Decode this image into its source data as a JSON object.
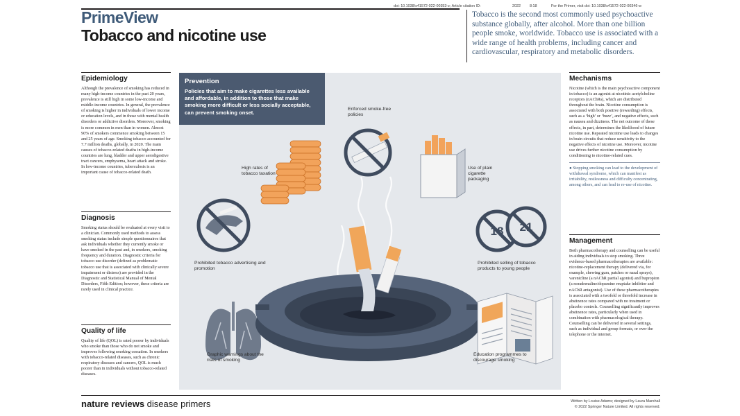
{
  "header": {
    "doi": "doi: 10.1038/s41572-022-00353-z; Article citation ID:",
    "year": "2022",
    "article_no": "8:18",
    "primer_note": "For the Primer, visit doi: 10.1038/s41572-022-00346-w"
  },
  "title": {
    "series": "PrimeView",
    "main": "Tobacco and nicotine use",
    "intro": "Tobacco is the second most commonly used psychoactive substance globally, after alcohol. More than one billion people smoke, worldwide. Tobacco use is associated with a wide range of health problems, including cancer and cardiovascular, respiratory and metabolic disorders."
  },
  "sections": {
    "epidemiology": {
      "heading": "Epidemiology",
      "body": "Although the prevalence of smoking has reduced in many high-income countries in the past 20 years, prevalence is still high in some low-income and middle-income countries. In general, the prevalence of smoking is higher in individuals of lower income or education levels, and in those with mental health disorders or addictive disorders. Moreover, smoking is more common in men than in women. Almost 90% of smokers commence smoking between 15 and 25 years of age. Smoking tobacco accounted for 7.7 million deaths, globally, in 2020. The main causes of tobacco-related deaths in high-income countries are lung, bladder and upper aerodigestive tract cancers, emphysema, heart attack and stroke. In low-income countries, tuberculosis is an important cause of tobacco-related death."
    },
    "diagnosis": {
      "heading": "Diagnosis",
      "body": "Smoking status should be evaluated at every visit to a clinician. Commonly used methods to assess smoking status include simple questionnaires that ask individuals whether they currently smoke or have smoked in the past and, in smokers, smoking frequency and duration. Diagnostic criteria for tobacco use disorder (defined as problematic tobacco use that is associated with clinically severe impairment or distress) are provided in the Diagnostic and Statistical Manual of Mental Disorders, Fifth Edition; however, these criteria are rarely used in clinical practice."
    },
    "quality_of_life": {
      "heading": "Quality of life",
      "body": "Quality of life (QOL) is rated poorer by individuals who smoke than those who do not smoke and improves following smoking cessation. In smokers with tobacco-related diseases, such as chronic respiratory diseases and cancers, QOL is much poorer than in individuals without tobacco-related diseases."
    },
    "mechanisms": {
      "heading": "Mechanisms",
      "body": "Nicotine (which is the main psychoactive component in tobacco) is an agonist at nicotinic acetylcholine receptors (nAChRs), which are distributed throughout the brain. Nicotine consumption is associated with both positive (rewarding) effects, such as a ‘high’ or ‘buzz’, and negative effects, such as nausea and dizziness. The net outcome of these effects, in part, determines the likelihood of future nicotine use. Repeated nicotine use leads to changes in brain circuits that reduce sensitivity to the negative effects of nicotine use. Moreover, nicotine use drives further nicotine consumption by conditioning to nicotine-related cues.",
      "highlight": "● Stopping smoking can lead to the development of withdrawal syndrome, which can manifest as irritability, restlessness and difficulty concentrating, among others, and can lead to re-use of nicotine."
    },
    "management": {
      "heading": "Management",
      "body": "Both pharmacotherapy and counselling can be useful in aiding individuals to stop smoking. Three evidence-based pharmacotherapies are available: nicotine-replacement therapy (delivered via, for example, chewing gum, patches or nasal sprays), varenicline (a nAChR partial agonist) and bupropion (a noradrenaline/dopamine reuptake inhibitor and nAChR antagonist). Use of these pharmacotherapies is associated with a twofold or threefold increase in abstinence rates compared with no treatment or placebo controls. Counselling significantly improves abstinence rates, particularly when used in combination with pharmacological therapy. Counselling can be delivered in several settings, such as individual and group formats, or over the telephone or the internet."
    }
  },
  "prevention": {
    "heading": "Prevention",
    "text": "Policies that aim to make cigarettes less available and affordable, in addition to those that make smoking more difficult or less socially acceptable, can prevent smoking onset.",
    "captions": {
      "taxation": "High rates of tobacco taxation",
      "smoke_free": "Enforced smoke-free policies",
      "plain_packaging": "Use of plain cigarette packaging",
      "advertising": "Prohibited tobacco advertising and promotion",
      "young_people": "Prohibited selling of tobacco products to young people",
      "warnings": "Graphic warnings about the risks of smoking",
      "education": "Education programmes to discourage smoking"
    },
    "age_signs": [
      "18",
      "21"
    ]
  },
  "footer": {
    "journal_bold": "nature reviews",
    "journal_light": "disease primers",
    "credit_line": "Written by Louise Adams; designed by Laura Marshall",
    "copyright": "© 2022 Springer Nature Limited. All rights reserved."
  },
  "colors": {
    "series_blue": "#3f5b79",
    "panel_bg": "#e5e8ec",
    "prevention_box": "#4b5a70",
    "coin_orange": "#f2a35b",
    "filter_orange": "#f0a65a",
    "ashtray_slate": "#4d5a6d"
  }
}
